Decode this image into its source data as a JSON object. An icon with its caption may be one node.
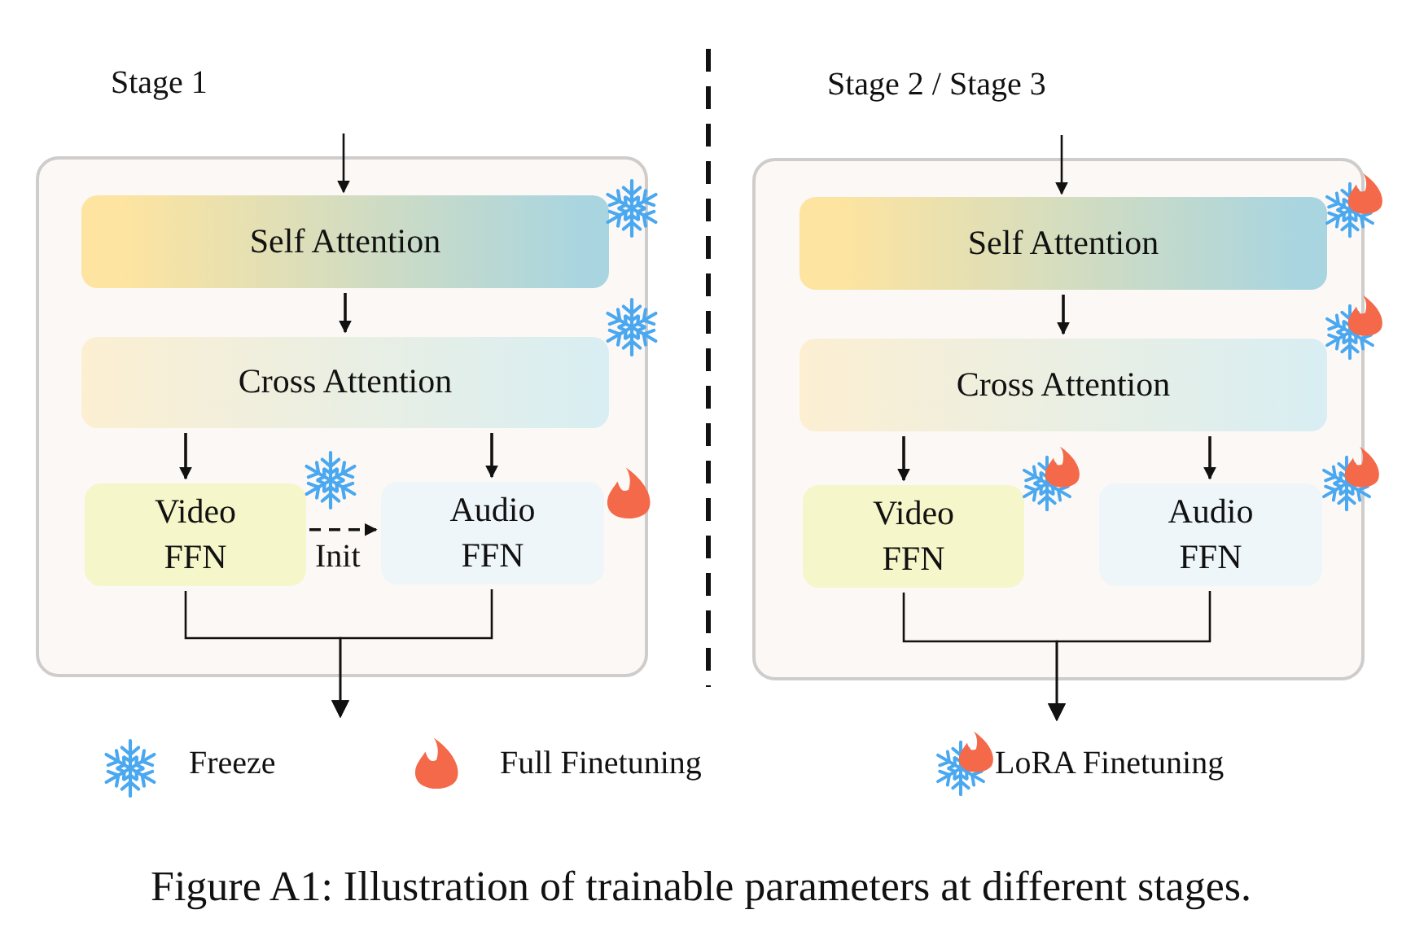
{
  "diagram": {
    "caption": "Figure A1: Illustration of trainable parameters at different stages.",
    "nodes": [
      {
        "text": [
          "Stage 1"
        ]
      },
      {
        "text": [
          "Self  Attention"
        ],
        "in": 0
      },
      {
        "text": [
          "Cross Attention"
        ],
        "in": 0
      },
      {
        "text": [
          "Video FFN"
        ],
        "in": 0
      },
      {
        "text": [
          "Audio FFN"
        ],
        "in": 0
      },
      {
        "text": [
          "Stage 2 / Stage 3"
        ]
      },
      {
        "text": [
          "Self  Attention"
        ],
        "in": 5
      },
      {
        "text": [
          "Cross Attention"
        ],
        "in": 5
      },
      {
        "text": [
          "Video FFN"
        ],
        "in": 5
      },
      {
        "text": [
          "Audio FFN"
        ],
        "in": 5
      }
    ],
    "edges": [
      {
        "from": null,
        "to": 1,
        "arrow": "to"
      },
      {
        "from": 1,
        "to": 2,
        "arrow": "to"
      },
      {
        "from": 2,
        "to": 3,
        "arrow": "to"
      },
      {
        "from": 2,
        "to": 4,
        "arrow": "to"
      },
      {
        "from": 3,
        "to": 4,
        "arrow": "to",
        "label": "Init",
        "style": "dashed"
      },
      {
        "from": 3,
        "to": null,
        "arrow": "to"
      },
      {
        "from": 4,
        "to": null,
        "arrow": "to"
      },
      {
        "from": null,
        "to": 6,
        "arrow": "to"
      },
      {
        "from": 6,
        "to": 7,
        "arrow": "to"
      },
      {
        "from": 7,
        "to": 8,
        "arrow": "to"
      },
      {
        "from": 7,
        "to": 9,
        "arrow": "to"
      },
      {
        "from": 8,
        "to": null,
        "arrow": "to"
      },
      {
        "from": 9,
        "to": null,
        "arrow": "to"
      }
    ],
    "legend": [
      {
        "text": "Freeze"
      },
      {
        "text": "Full Finetuning"
      },
      {
        "text": "LoRA Finetuning"
      }
    ]
  }
}
